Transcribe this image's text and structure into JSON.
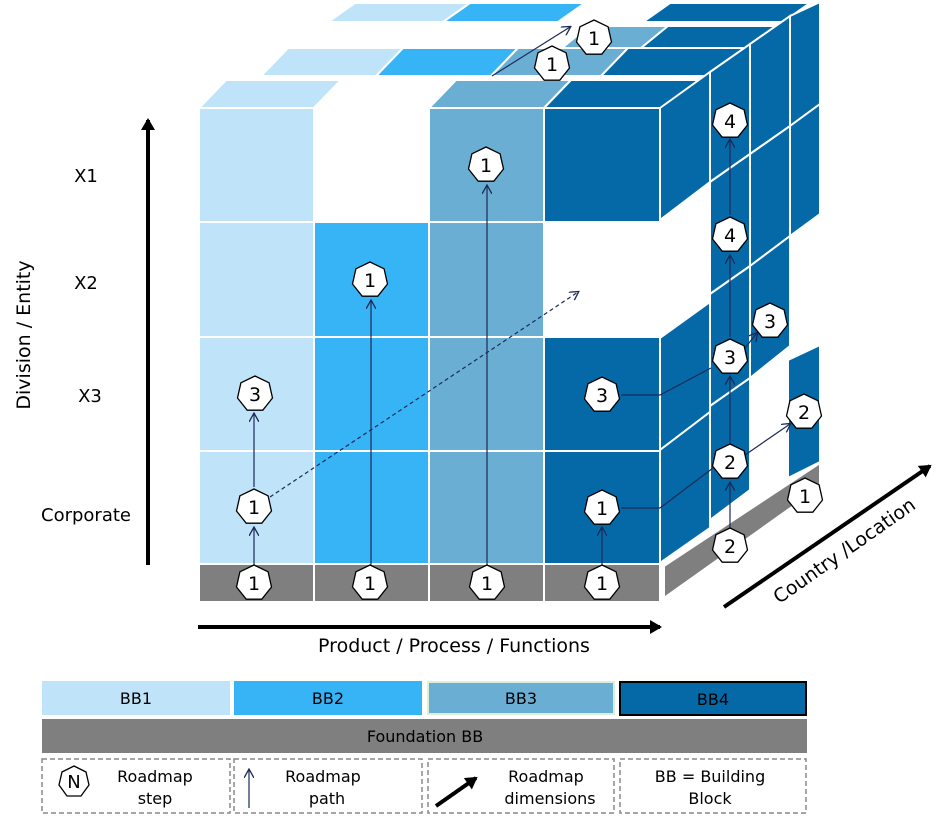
{
  "colors": {
    "bb1": "#bfe3f8",
    "bb2": "#36b4f5",
    "bb3": "#6aaed4",
    "bb4": "#0569a8",
    "foundation": "#7f7f7f",
    "white": "#ffffff"
  },
  "axes": {
    "vertical": "Division / Entity",
    "horizontal": "Product / Process / Functions",
    "depth": "Country /Location"
  },
  "rows": [
    "X1",
    "X2",
    "X3",
    "Corporate"
  ],
  "steps": {
    "f1": "1",
    "f2": "1",
    "f3": "1",
    "f4": "1",
    "c1r4": "1",
    "c1r3": "3",
    "c2r2": "1",
    "c3r1": "1",
    "c4r4": "1",
    "c4r3": "3",
    "topA": "1",
    "topB": "1",
    "rsR1": "4",
    "rsR2": "4",
    "rsR3": "3",
    "rsOut3": "3",
    "rsR4": "2",
    "rsOut2": "2",
    "rsF": "2",
    "rsOut1": "1"
  },
  "legend": {
    "bb1": "BB1",
    "bb2": "BB2",
    "bb3": "BB3",
    "bb4": "BB4",
    "foundation": "Foundation BB",
    "step_icon": "N",
    "step_line1": "Roadmap",
    "step_line2": "step",
    "path_line1": "Roadmap",
    "path_line2": "path",
    "dim_line1": "Roadmap",
    "dim_line2": "dimensions",
    "bb_line1": "BB = Building",
    "bb_line2": "Block"
  }
}
